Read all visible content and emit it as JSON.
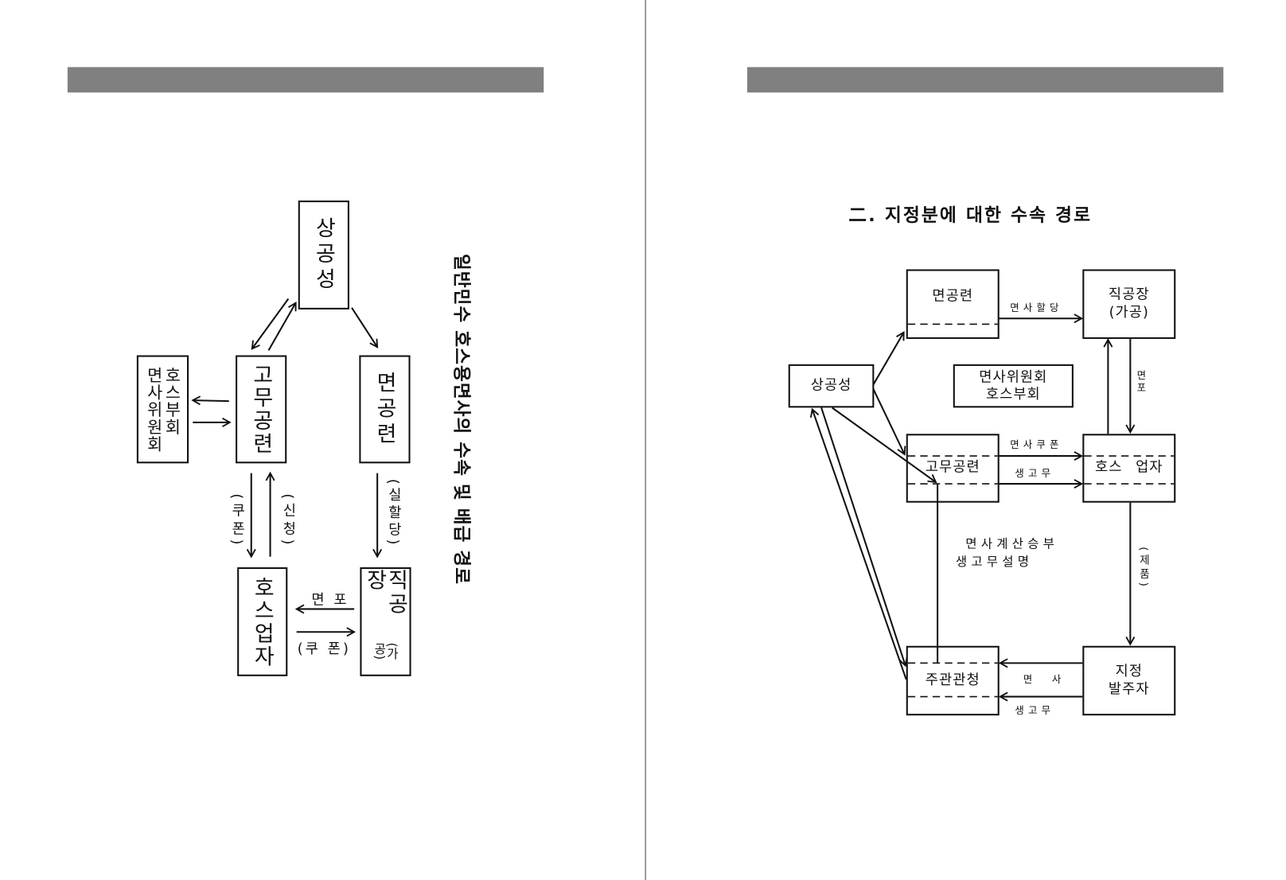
{
  "colors": {
    "header_bar": "#808080",
    "ink": "#111111"
  },
  "left_page": {
    "title": "일반민수 호스용면사의 수속 및 배급 경로",
    "boxes": {
      "ministry": "상공성",
      "rubber_federation": "고무공련",
      "cotton_federation": "면공련",
      "hose_subcommittee": "호스부회",
      "yarn_committee": "면사위원회",
      "hose_maker": "호스업자",
      "weaving_mill": "직공장",
      "weaving_mill_note": "(가공)"
    },
    "labels": {
      "coupon_down": "(쿠폰)",
      "application": "(신청)",
      "actual_allocation": "(실할당)",
      "cotton_cloth": "면 포",
      "coupon_across": "(쿠 폰)"
    }
  },
  "right_page": {
    "title": "二. 지정분에 대한 수속 경로",
    "boxes": {
      "cotton_federation": "면공련",
      "weaving_mill": "직공장",
      "weaving_mill_note": "(가공)",
      "ministry": "상공성",
      "yarn_committee": "면사위원회",
      "hose_subcommittee": "호스부회",
      "rubber_federation": "고무공련",
      "hose_maker_1": "호스",
      "hose_maker_2": "업자",
      "authority": "주관관청",
      "orderer_1": "지정",
      "orderer_2": "발주자"
    },
    "labels": {
      "yarn_allocation": "면사할당",
      "cotton_cloth": "면포",
      "yarn_coupon": "면사쿠폰",
      "raw_rubber": "생고무",
      "settlement_line1": "면사계산승부",
      "settlement_line2": "생고무설명",
      "product": "(제품)",
      "yarn": "면 사",
      "raw_rubber_return": "생고무"
    }
  }
}
